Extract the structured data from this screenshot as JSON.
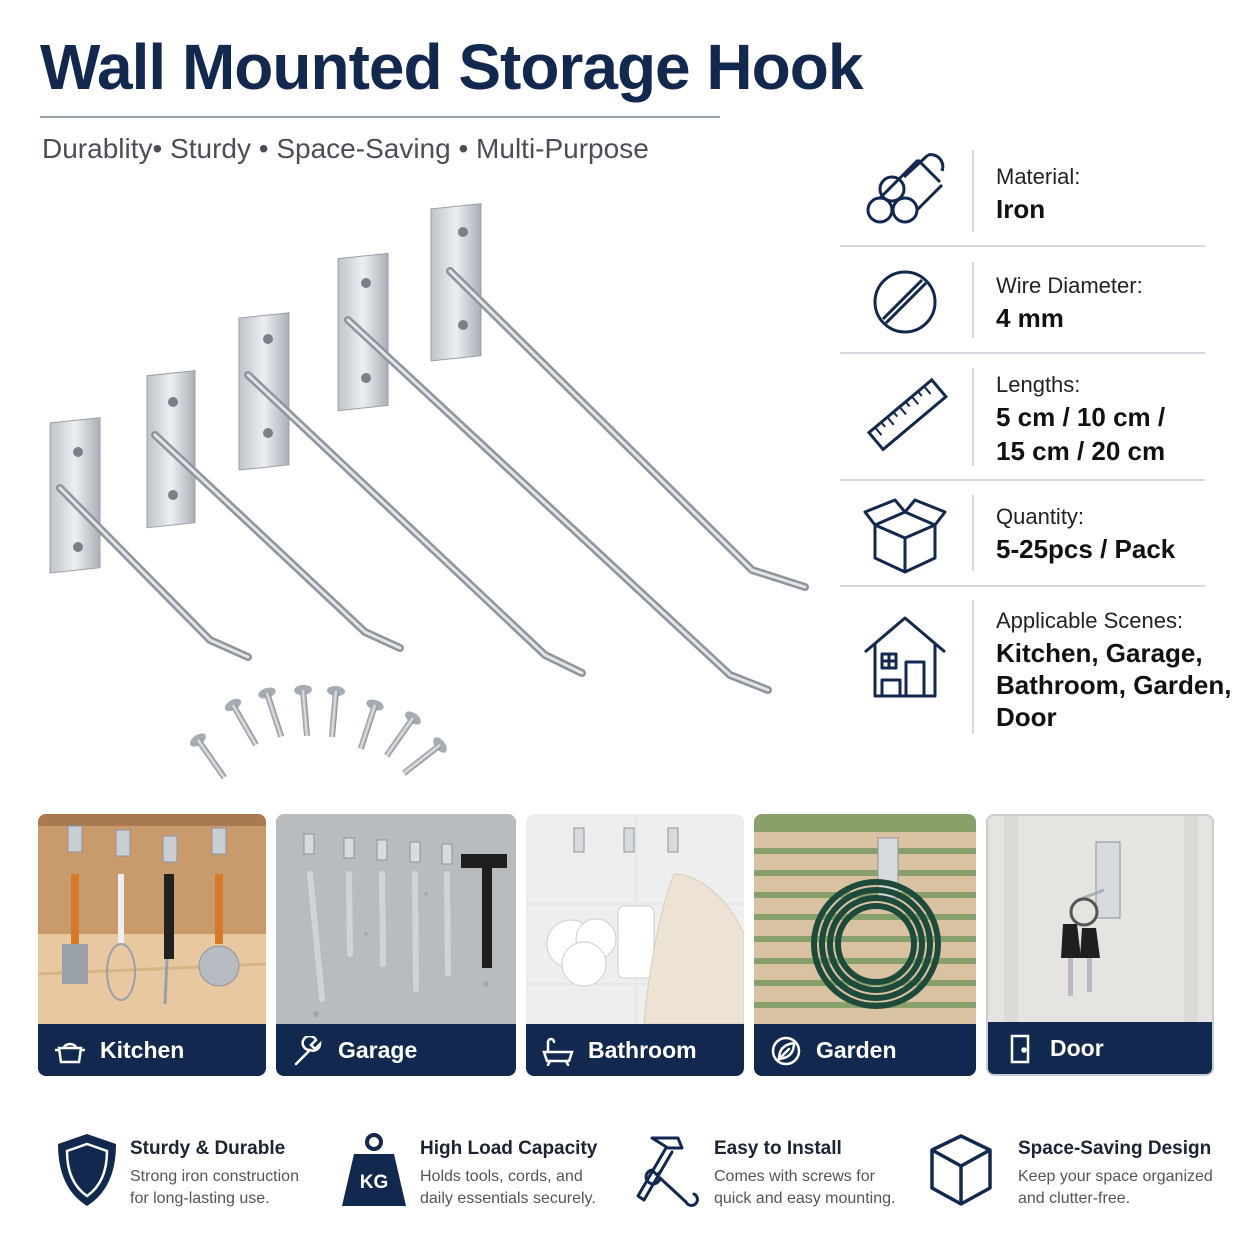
{
  "header": {
    "title": "Wall Mounted Storage Hook",
    "tagline": "Durablity• Sturdy  •  Space-Saving  •  Multi-Purpose"
  },
  "specs": [
    {
      "icon": "iron-rods-icon",
      "label": "Material:",
      "value_lines": [
        "Iron"
      ]
    },
    {
      "icon": "wire-diameter-icon",
      "label": "Wire Diameter:",
      "value_lines": [
        "4 mm"
      ]
    },
    {
      "icon": "ruler-icon",
      "label": "Lengths:",
      "value_lines": [
        "5 cm / 10 cm /",
        "15 cm / 20 cm"
      ]
    },
    {
      "icon": "box-icon",
      "label": "Quantity:",
      "value_lines": [
        "5-25pcs / Pack"
      ]
    },
    {
      "icon": "house-icon",
      "label": "Applicable Scenes:",
      "value_lines": [
        "Kitchen, Garage,",
        "Bathroom, Garden,",
        "Door"
      ]
    }
  ],
  "scenes": [
    {
      "icon": "pot-icon",
      "label": "Kitchen"
    },
    {
      "icon": "wrench-icon",
      "label": "Garage"
    },
    {
      "icon": "bathtub-icon",
      "label": "Bathroom"
    },
    {
      "icon": "leaf-icon",
      "label": "Garden"
    },
    {
      "icon": "door-icon",
      "label": "Door"
    }
  ],
  "features": [
    {
      "icon": "shield-icon",
      "title": "Sturdy & Durable",
      "desc": [
        "Strong iron construction",
        "for long-lasting use."
      ]
    },
    {
      "icon": "kg-weight-icon",
      "badge": "KG",
      "title": "High Load Capacity",
      "desc": [
        "Holds tools, cords, and",
        "daily essentials securely."
      ]
    },
    {
      "icon": "hammer-wrench-icon",
      "title": "Easy to Install",
      "desc": [
        "Comes with screws for",
        "quick and easy mounting."
      ]
    },
    {
      "icon": "cube-icon",
      "title": "Space-Saving Design",
      "desc": [
        "Keep your space organized",
        "and clutter-free."
      ]
    }
  ],
  "colors": {
    "navy": "#13284f",
    "text": "#1c2433",
    "steel": "#c9ced4"
  }
}
